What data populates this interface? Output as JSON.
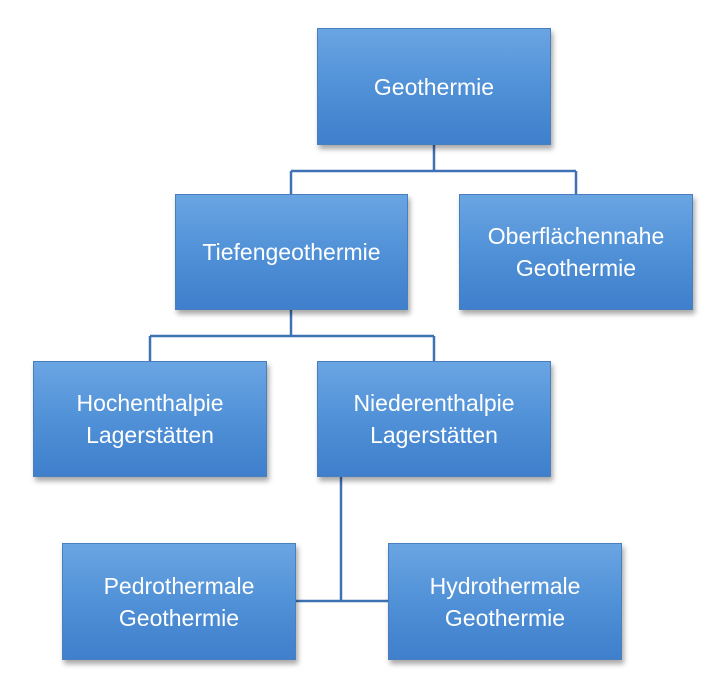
{
  "diagram": {
    "nodes": {
      "root": "Geothermie",
      "tiefengeothermie": "Tiefengeothermie",
      "oberflaechennahe": "Oberflächennahe\nGeothermie",
      "hochenthalpie": "Hochenthalpie\nLagerstätten",
      "niederenthalpie": "Niederenthalpie\nLagerstätten",
      "pedrothermale": "Pedrothermale\nGeothermie",
      "hydrothermale": "Hydrothermale\nGeothermie"
    },
    "colors": {
      "box_fill": "#4e8fd6",
      "box_border": "#4a7fbd",
      "connector": "#3f72b4",
      "text": "#ffffff"
    }
  }
}
